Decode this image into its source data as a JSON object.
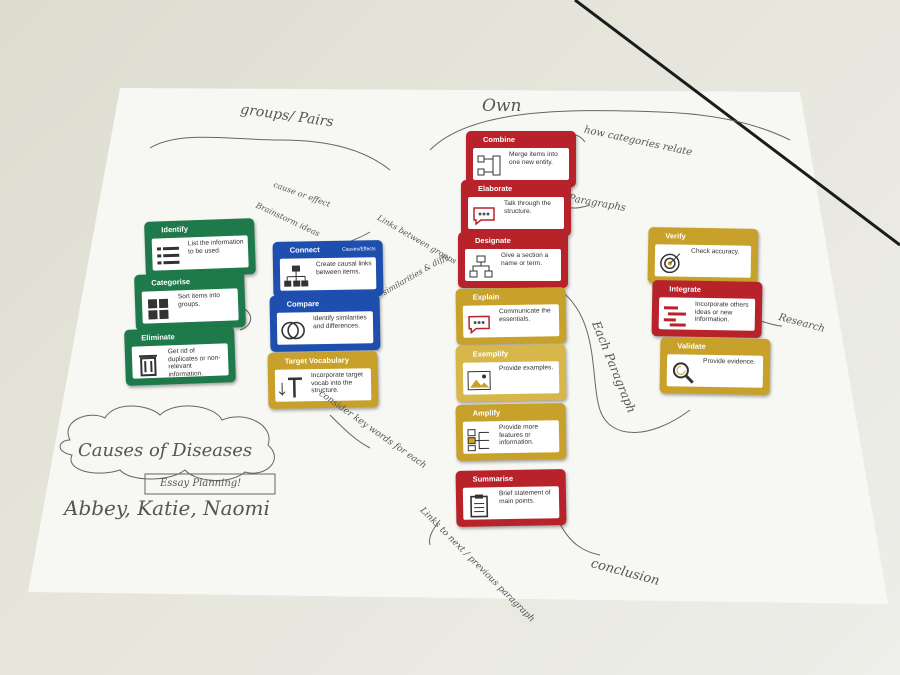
{
  "cards": [
    {
      "title": "Identify",
      "text": "List the information to be used.",
      "icon": "list-icon"
    },
    {
      "title": "Categorise",
      "text": "Sort items into groups.",
      "icon": "grid-icon"
    },
    {
      "title": "Eliminate",
      "text": "Get rid of duplicates or non-relevant information.",
      "icon": "bin-icon"
    },
    {
      "title": "Connect",
      "subtitle": "Causes/Effects",
      "text": "Create causal links between items.",
      "icon": "hierarchy-icon"
    },
    {
      "title": "Compare",
      "text": "Identify similarities and differences.",
      "icon": "venn-icon"
    },
    {
      "title": "Target Vocabulary",
      "text": "Incorporate target vocab into the structure.",
      "icon": "text-cursor-icon"
    },
    {
      "title": "Combine",
      "text": "Merge items into one new entity.",
      "icon": "merge-icon"
    },
    {
      "title": "Elaborate",
      "text": "Talk through the structure.",
      "icon": "speech-bubble-icon"
    },
    {
      "title": "Designate",
      "text": "Give a section a name or term.",
      "icon": "flowchart-icon"
    },
    {
      "title": "Explain",
      "text": "Communicate the essentials.",
      "icon": "speech-bubble-icon"
    },
    {
      "title": "Exemplify",
      "text": "Provide examples.",
      "icon": "picture-icon"
    },
    {
      "title": "Amplify",
      "text": "Provide more features or information.",
      "icon": "expand-list-icon"
    },
    {
      "title": "Summarise",
      "text": "Brief statement of main points.",
      "icon": "clipboard-icon"
    },
    {
      "title": "Verify",
      "text": "Check accuracy.",
      "icon": "target-icon"
    },
    {
      "title": "Integrate",
      "text": "Incorporate others ideas or new information.",
      "icon": "bars-icon"
    },
    {
      "title": "Validate",
      "text": "Provide evidence.",
      "icon": "magnifier-icon"
    }
  ],
  "handwriting": {
    "groups_pairs": "groups/ Pairs",
    "own": "Own",
    "cause_effect": "cause or effect",
    "brainstorm": "Brainstorm ideas",
    "links_between_groups": "Links between groups",
    "similarities_diffs": "similarities & diffs",
    "how_categories_relate": "how categories relate",
    "paragraphs": "Paragraphs",
    "each_paragraph": "Each Paragraph",
    "research": "Research",
    "consider_key_words": "consider key words for each",
    "links_to_next": "Links to next / previous paragraph",
    "conclusion": "conclusion",
    "causes_of_diseases": "Causes of Diseases",
    "essay_planning": "Essay Planning!",
    "names": "Abbey, Katie, Naomi"
  }
}
